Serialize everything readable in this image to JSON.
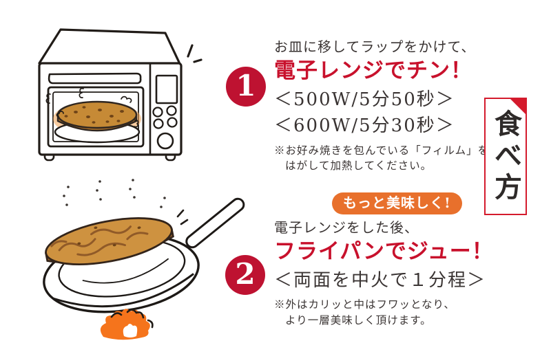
{
  "page": {
    "background": "#ffffff",
    "description_label": "okonomiyaki-heating-instructions"
  },
  "colors": {
    "accent_red_text": "#c8112c",
    "step_circle_red": "#be1231",
    "box_border_red": "#d41a2c",
    "badge_orange": "#e8702c",
    "flame_orange": "#f5741c",
    "body_text": "#3a3433",
    "okonomiyaki_tan": "#ce9240"
  },
  "side_label": {
    "text": "食べ方"
  },
  "steps": [
    {
      "number": "1",
      "illustration": "microwave-with-okonomiyaki",
      "intro": "お皿に移してラップをかけて、",
      "headline": "電子レンジでチン！",
      "settings": [
        "＜500W/5分50秒＞",
        "＜600W/5分30秒＞"
      ],
      "note_lines": [
        "※お好み焼きを包んでいる「フィルム」を",
        "はがして加熱してください。"
      ]
    },
    {
      "number": "2",
      "illustration": "frying-pan-with-okonomiyaki",
      "badge": "もっと美味しく!",
      "intro": "電子レンジをした後、",
      "headline": "フライパンでジュー！",
      "settings": [
        "＜両面を中火で１分程＞"
      ],
      "note_lines": [
        "※外はカリッと中はフワッとなり、",
        "より一層美味しく頂けます。"
      ]
    }
  ]
}
